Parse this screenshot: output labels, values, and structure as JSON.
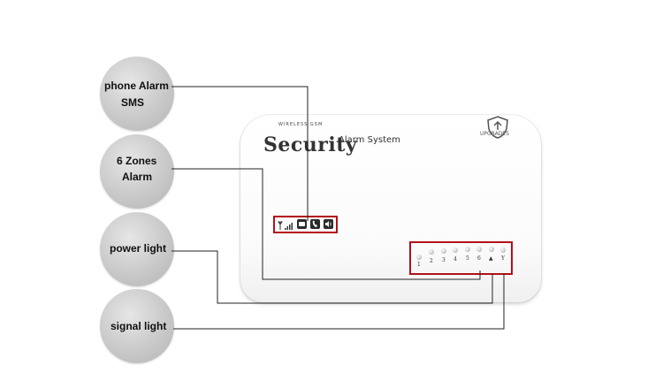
{
  "callouts": [
    {
      "line1": "phone Alarm",
      "line2": "SMS"
    },
    {
      "line1": "6 Zones",
      "line2": "Alarm"
    },
    {
      "line1": "power light",
      "line2": ""
    },
    {
      "line1": "signal light",
      "line2": ""
    }
  ],
  "device": {
    "top_label": "WIRELESS GSM",
    "brand": "Security",
    "subtitle": "Alarm System",
    "badge": "UPGRADES",
    "zone_labels": [
      "1",
      "2",
      "3",
      "4",
      "5",
      "6",
      "▲",
      "Y"
    ]
  },
  "colors": {
    "highlight": "#b3101a",
    "callout_circle": "#c9c9c9"
  }
}
